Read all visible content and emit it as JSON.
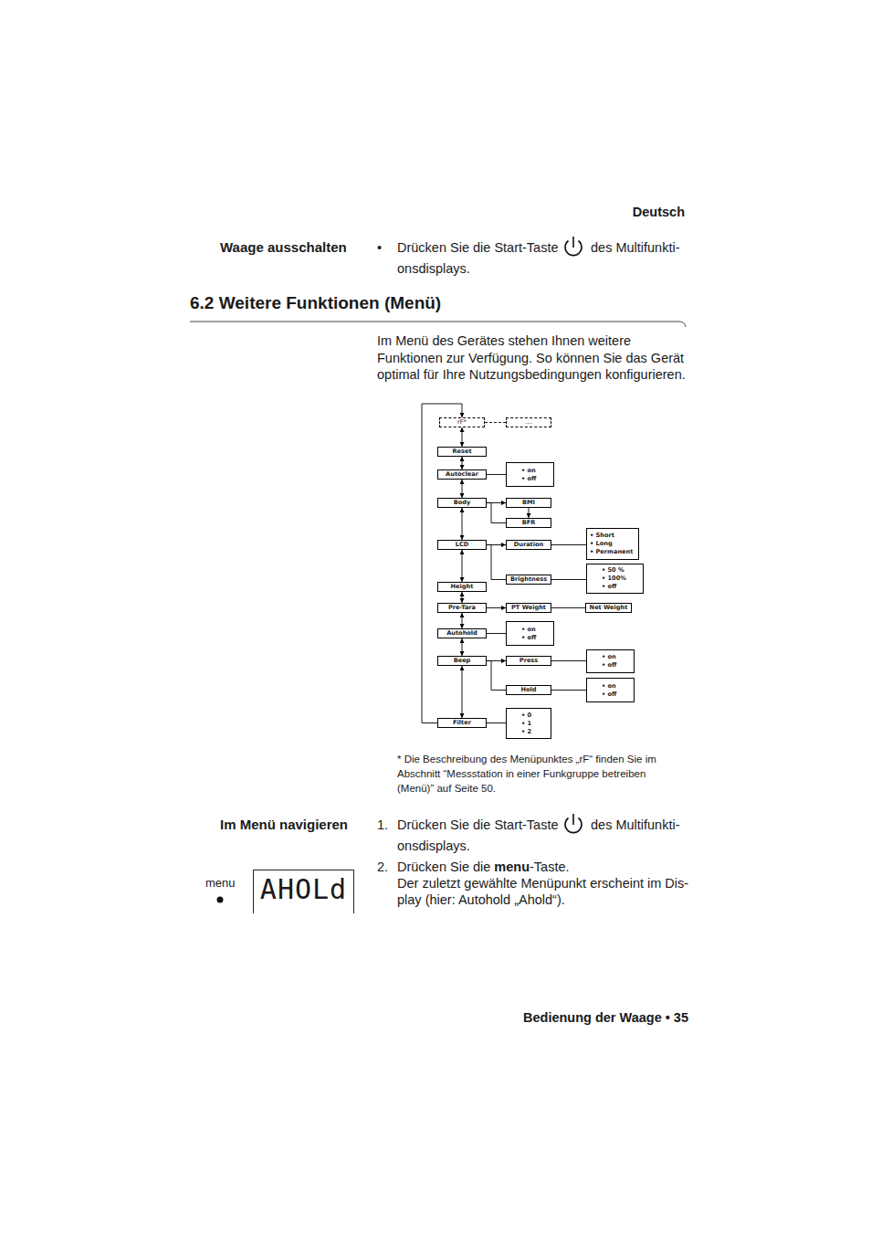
{
  "diagram": {
    "title": "6.2 Weitere Funktionen (Menü)",
    "nodes": [
      {
        "text": [
          "rF*"
        ]
      },
      {
        "text": [
          "...."
        ]
      },
      {
        "text": [
          "Reset"
        ]
      },
      {
        "text": [
          "Autoclear"
        ]
      },
      {
        "text": [
          "• on",
          "• off"
        ]
      },
      {
        "text": [
          "Body"
        ]
      },
      {
        "text": [
          "BMI"
        ]
      },
      {
        "text": [
          "BFR"
        ]
      },
      {
        "text": [
          "LCD"
        ]
      },
      {
        "text": [
          "Duration"
        ]
      },
      {
        "text": [
          "• Short",
          "• Long",
          "• Permanent"
        ]
      },
      {
        "text": [
          "Brightness"
        ]
      },
      {
        "text": [
          "• 50 %",
          "• 100%",
          "• off"
        ]
      },
      {
        "text": [
          "Height"
        ]
      },
      {
        "text": [
          "Pre-Tara"
        ]
      },
      {
        "text": [
          "PT Weight"
        ]
      },
      {
        "text": [
          "Net Weight"
        ]
      },
      {
        "text": [
          "Autohold"
        ]
      },
      {
        "text": [
          "• on",
          "• off"
        ]
      },
      {
        "text": [
          "Beep"
        ]
      },
      {
        "text": [
          "Press"
        ]
      },
      {
        "text": [
          "• on",
          "• off"
        ]
      },
      {
        "text": [
          "Hold"
        ]
      },
      {
        "text": [
          "• on",
          "• off"
        ]
      },
      {
        "text": [
          "Filter"
        ]
      },
      {
        "text": [
          "• 0",
          "• 1",
          "• 2"
        ]
      },
      {
        "text": [
          "AHOLd"
        ]
      }
    ],
    "edges": [
      {
        "from": 0,
        "to": 1,
        "arrow": "none"
      },
      {
        "from": 0,
        "to": 2,
        "arrow": "both"
      },
      {
        "from": 2,
        "to": 3,
        "arrow": "both"
      },
      {
        "from": 3,
        "to": 4,
        "arrow": "none"
      },
      {
        "from": 3,
        "to": 5,
        "arrow": "both"
      },
      {
        "from": 5,
        "to": 6,
        "arrow": "to"
      },
      {
        "from": 6,
        "to": 7,
        "arrow": "to"
      },
      {
        "from": 5,
        "to": 7,
        "arrow": "none"
      },
      {
        "from": 5,
        "to": 8,
        "arrow": "both"
      },
      {
        "from": 8,
        "to": 9,
        "arrow": "to"
      },
      {
        "from": 8,
        "to": 11,
        "arrow": "none"
      },
      {
        "from": 9,
        "to": 10,
        "arrow": "none"
      },
      {
        "from": 11,
        "to": 12,
        "arrow": "none"
      },
      {
        "from": 8,
        "to": 13,
        "arrow": "both"
      },
      {
        "from": 13,
        "to": 14,
        "arrow": "both"
      },
      {
        "from": 14,
        "to": 15,
        "arrow": "to"
      },
      {
        "from": 15,
        "to": 16,
        "arrow": "none"
      },
      {
        "from": 14,
        "to": 17,
        "arrow": "both"
      },
      {
        "from": 17,
        "to": 18,
        "arrow": "none"
      },
      {
        "from": 17,
        "to": 19,
        "arrow": "both"
      },
      {
        "from": 19,
        "to": 20,
        "arrow": "to"
      },
      {
        "from": 19,
        "to": 22,
        "arrow": "none"
      },
      {
        "from": 20,
        "to": 21,
        "arrow": "none"
      },
      {
        "from": 22,
        "to": 23,
        "arrow": "none"
      },
      {
        "from": 19,
        "to": 24,
        "arrow": "both"
      },
      {
        "from": 24,
        "to": 25,
        "arrow": "none"
      },
      {
        "from": 24,
        "to": 0,
        "arrow": "to"
      }
    ],
    "labels": [
      "Deutsch",
      "Waage ausschalten",
      "•",
      "Drücken Sie die Start-Taste",
      "des Multifunkti-",
      "onsdisplays.",
      "Im Menü des Gerätes stehen Ihnen weitere Funktionen zur Verfügung. So können Sie das Gerät optimal für Ihre Nutzungsbedingungen konfigurieren.",
      "* Die Beschreibung des Menüpunktes „rF“ finden Sie im Abschnitt “Messstation in einer Funkgruppe betreiben (Menü)” auf Seite 50.",
      "Im Menü navigieren",
      "1.",
      "Drücken Sie die Start-Taste",
      "des Multifunkti-",
      "onsdisplays.",
      "2.",
      "Drücken Sie die",
      "menu",
      "-Taste.",
      "Der zuletzt gewählte Menüpunkt erscheint im Dis-",
      "play (hier: Autohold „Ahold“).",
      "menu",
      "Bedienung der Waage • 35"
    ]
  }
}
